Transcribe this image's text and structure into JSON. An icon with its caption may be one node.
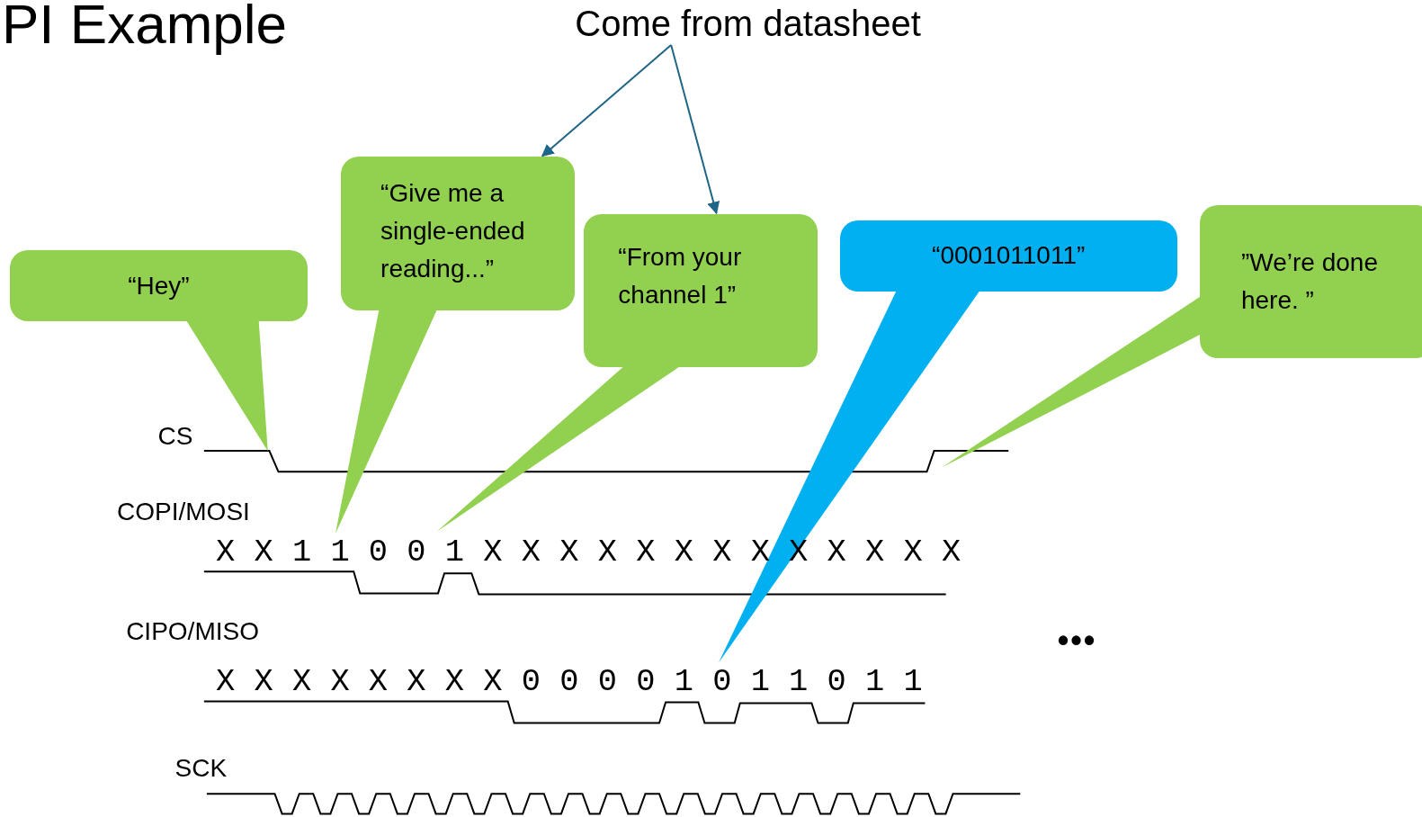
{
  "diagram": {
    "title": "PI Example",
    "nodes": [
      {
        "text": [
          "Come from datasheet"
        ]
      },
      {
        "text": [
          "“Give me a single-ended reading...”"
        ]
      },
      {
        "text": [
          "“From your channel 1”"
        ]
      },
      {
        "text": [
          "“Hey”"
        ]
      },
      {
        "text": [
          "“0001011011”"
        ]
      },
      {
        "text": [
          "”We’re done here. ”"
        ]
      },
      {
        "text": [],
        "shape": "triangle"
      },
      {
        "text": [],
        "shape": "triangle"
      },
      {
        "text": [],
        "shape": "triangle"
      },
      {
        "text": [],
        "shape": "triangle"
      },
      {
        "text": [],
        "shape": "triangle"
      }
    ],
    "edges": [
      {
        "from": 0,
        "to": 1,
        "arrow": "to"
      },
      {
        "from": 0,
        "to": 2,
        "arrow": "to"
      }
    ],
    "labels": [
      "CS",
      "COPI/MOSI",
      "X X 1 1 0 0 1 X X X X X X X X X X X X X",
      "CIPO/MISO",
      "X X X X X X X X 0 0 0 0 1 0 1 1 0 1 1",
      "•••",
      "SCK"
    ]
  }
}
